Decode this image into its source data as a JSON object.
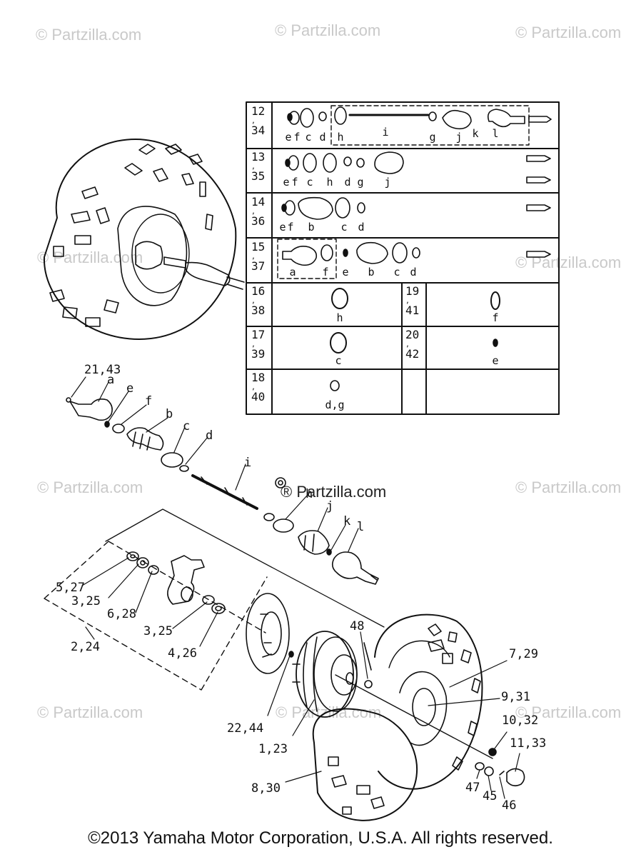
{
  "watermark": {
    "text": "© Partzilla.com",
    "brand_text": "® Partzilla.com"
  },
  "table": {
    "rows": [
      {
        "head": [
          "12",
          ",",
          "34"
        ],
        "letters": [
          "e",
          "f",
          "c",
          "d",
          "h",
          "i",
          "g",
          "j",
          "k",
          "l"
        ]
      },
      {
        "head": [
          "13",
          ",",
          "35"
        ],
        "letters": [
          "e",
          "f",
          "c",
          "h",
          "d",
          "g",
          "j"
        ]
      },
      {
        "head": [
          "14",
          ",",
          "36"
        ],
        "letters": [
          "e",
          "f",
          "b",
          "c",
          "d"
        ]
      },
      {
        "head": [
          "15",
          ",",
          "37"
        ],
        "letters": [
          "a",
          "f",
          "e",
          "b",
          "c",
          "d"
        ]
      },
      {
        "head": [
          "16",
          ",",
          "38"
        ],
        "letters": [
          "h"
        ]
      },
      {
        "head": [
          "17",
          ",",
          "39"
        ],
        "letters": [
          "c"
        ]
      },
      {
        "head": [
          "18",
          ",",
          "40"
        ],
        "letters": [
          "d,g"
        ]
      },
      {
        "head": [
          "19",
          ",",
          "41"
        ],
        "letters": [
          "f"
        ]
      },
      {
        "head": [
          "20",
          ",",
          "42"
        ],
        "letters": [
          "e"
        ]
      }
    ]
  },
  "callouts": {
    "n21_43": "21,43",
    "a": "a",
    "e": "e",
    "f": "f",
    "b": "b",
    "c": "c",
    "d": "d",
    "i": "i",
    "h": "h",
    "j": "j",
    "k": "k",
    "l": "l",
    "n5_27": "5,27",
    "n3_25a": "3,25",
    "n6_28": "6,28",
    "n3_25b": "3,25",
    "n4_26": "4,26",
    "n2_24": "2,24",
    "n48": "48",
    "n7_29": "7,29",
    "n9_31": "9,31",
    "n10_32": "10,32",
    "n11_33": "11,33",
    "n22_44": "22,44",
    "n1_23": "1,23",
    "n8_30": "8,30",
    "n47": "47",
    "n45": "45",
    "n46": "46"
  },
  "copyright": "©2013 Yamaha Motor Corporation, U.S.A. All rights reserved."
}
